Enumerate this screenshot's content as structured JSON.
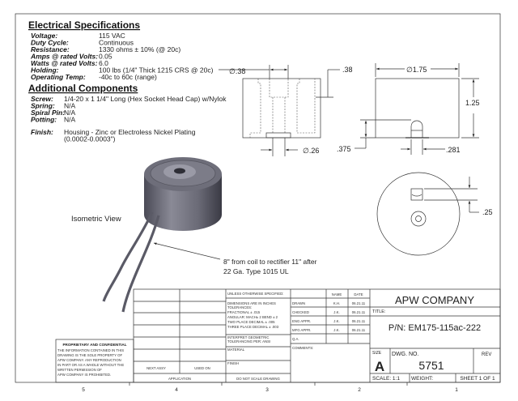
{
  "electrical": {
    "heading": "Electrical Specifications",
    "rows": [
      {
        "label": "Voltage:",
        "value": "115 VAC"
      },
      {
        "label": "Duty Cycle:",
        "value": "Continuous"
      },
      {
        "label": "Resistance:",
        "value": "1330 ohms ± 10% (@ 20c)"
      },
      {
        "label": "Amps @ rated Volts:",
        "value": "0.05"
      },
      {
        "label": "Watts @ rated Volts:",
        "value": "6.0"
      },
      {
        "label": "Holding:",
        "value": "100 lbs (1/4\" Thick 1215 CRS @ 20c)"
      },
      {
        "label": "Operating Temp:",
        "value": "-40c to 60c (range)"
      }
    ]
  },
  "additional": {
    "heading": "Additional Components",
    "rows": [
      {
        "label": "Screw:",
        "value": "1/4-20 x 1 1/4\" Long (Hex Socket Head Cap) w/Nylok"
      },
      {
        "label": "Spring:",
        "value": "N/A"
      },
      {
        "label": "Spiral Pin:",
        "value": "N/A"
      },
      {
        "label": "Potting:",
        "value": "N/A"
      }
    ],
    "finish_label": "Finish:",
    "finish_value_1": "Housing - Zinc or Electroless Nickel Plating",
    "finish_value_2": "(0.0002-0.0003\")"
  },
  "views": {
    "isometric_label": "Isometric View",
    "wire_note_1": "8\" from coil to rectifier 11\" after",
    "wire_note_2": "22 Ga. Type 1015 UL"
  },
  "dimensions": {
    "d38_left": "∅.38",
    "d38_right": ".38",
    "d26": "∅.26",
    "d175": "∅1.75",
    "d125": "1.25",
    "d375": ".375",
    "d281": ".281",
    "d25": ".25"
  },
  "title_block": {
    "proprietary_heading": "PROPRIETARY AND CONFIDENTIAL",
    "proprietary_lines": [
      "THE INFORMATION CONTAINED IN THIS",
      "DRAWING IS THE SOLE PROPERTY OF",
      "APW COMPANY.  ANY  REPRODUCTION",
      "IN PART OR AS A WHOLE WITHOUT THE",
      "WRITTEN PERMISSION OF",
      "APW COMPANY IS PROHIBITED."
    ],
    "next_assy": "NEXT ASSY",
    "used_on": "USED ON",
    "application": "APPLICATION",
    "unless": "UNLESS OTHERWISE SPECIFIED:",
    "tolerance_lines": [
      "DIMENSIONS ARE IN INCHES",
      "TOLERANCES:",
      "FRACTIONAL ± .015",
      "ANGULAR: MACH± 2   BEND ± 2",
      "TWO PLACE DECIMAL    ± .005",
      "THREE PLACE DECIMAL  ± .003"
    ],
    "interpret_1": "INTERPRET GEOMETRIC",
    "interpret_2": "TOLERANCING PER: ANSI",
    "material": "MATERIAL",
    "finish": "FINISH",
    "do_not_scale": "DO NOT SCALE DRAWING",
    "name_header": "NAME",
    "date_header": "DATE",
    "approvals": [
      {
        "role": "DRAWN",
        "name": "K.H.",
        "date": "06.21.11"
      },
      {
        "role": "CHECKED",
        "name": "J.K.",
        "date": "06.21.11"
      },
      {
        "role": "ENG APPR.",
        "name": "J.K.",
        "date": "06.21.11"
      },
      {
        "role": "MFG APPR.",
        "name": "J.K.",
        "date": "06.21.11"
      },
      {
        "role": "Q.A.",
        "name": "",
        "date": ""
      }
    ],
    "comments": "COMMENTS:",
    "company": "APW COMPANY",
    "title_label": "TITLE:",
    "part_number": "P/N: EM175-115ac-222",
    "size_label": "SIZE",
    "size": "A",
    "dwg_no_label": "DWG.  NO.",
    "dwg_no": "5751",
    "rev_label": "REV",
    "scale": "SCALE: 1:1",
    "weight": "WEIGHT:",
    "sheet": "SHEET 1 OF 1"
  },
  "zones": [
    "5",
    "4",
    "3",
    "2",
    "1"
  ]
}
